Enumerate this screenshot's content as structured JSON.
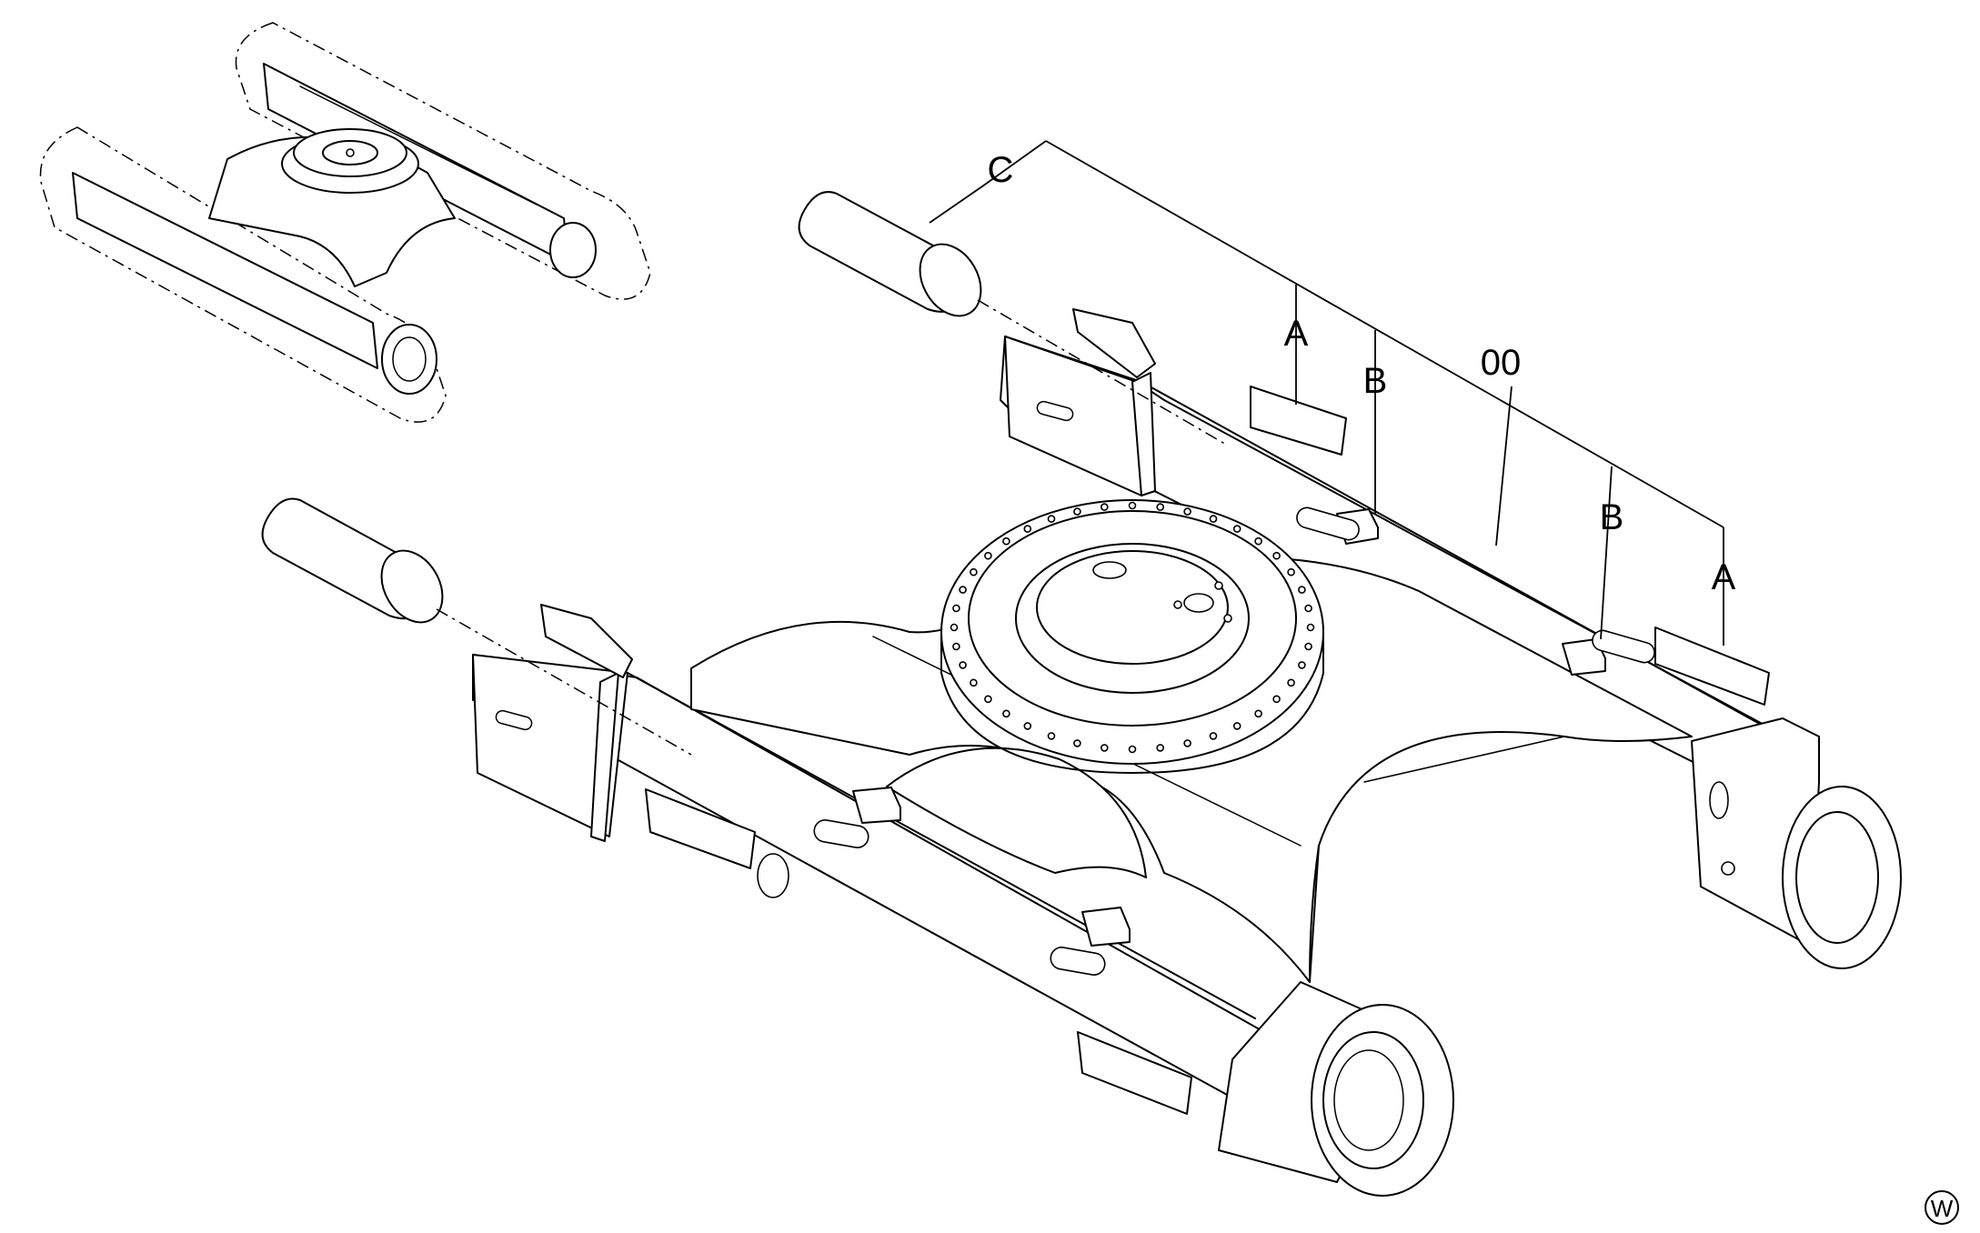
{
  "callouts": {
    "c": "C",
    "a_left": "A",
    "b_left": "B",
    "assembly": "00",
    "b_right": "B",
    "a_right": "A"
  },
  "mark": "W"
}
